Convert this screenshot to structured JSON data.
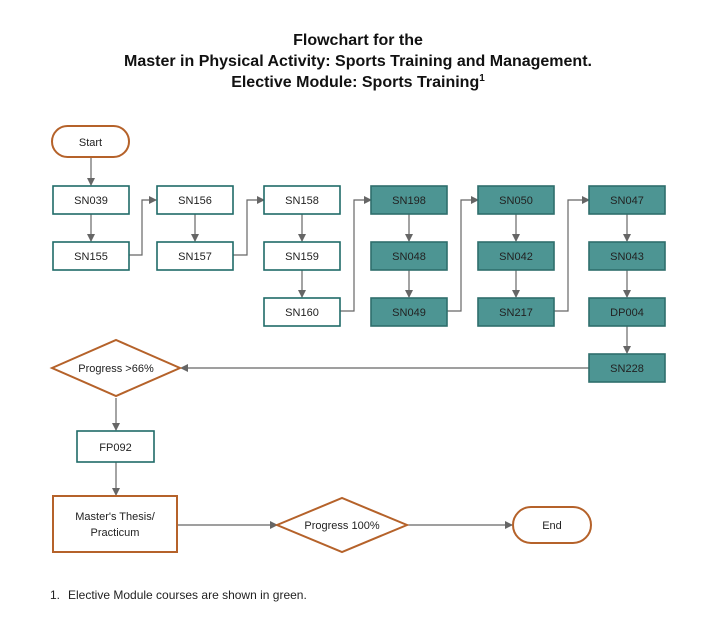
{
  "title": {
    "line1": "Flowchart for the",
    "line2": "Master in Physical Activity: Sports Training and Management.",
    "line3": "Elective Module: Sports Training",
    "line3_sup": "1"
  },
  "colors": {
    "core_border": "#1f6b68",
    "elective_fill": "#4d9593",
    "elective_border": "#2f6e6c",
    "decision_border": "#b5622a",
    "arrow": "#666666"
  },
  "nodes": {
    "start": "Start",
    "sn039": "SN039",
    "sn155": "SN155",
    "sn156": "SN156",
    "sn157": "SN157",
    "sn158": "SN158",
    "sn159": "SN159",
    "sn160": "SN160",
    "sn198": "SN198",
    "sn048": "SN048",
    "sn049": "SN049",
    "sn050": "SN050",
    "sn042": "SN042",
    "sn217": "SN217",
    "sn047": "SN047",
    "sn043": "SN043",
    "dp004": "DP004",
    "sn228": "SN228",
    "progress66": "Progress >66%",
    "fp092": "FP092",
    "thesis_line1": "Master's Thesis/",
    "thesis_line2": "Practicum",
    "progress100": "Progress 100%",
    "end": "End"
  },
  "footnote": {
    "number": "1.",
    "text": "Elective Module courses are shown in green."
  }
}
